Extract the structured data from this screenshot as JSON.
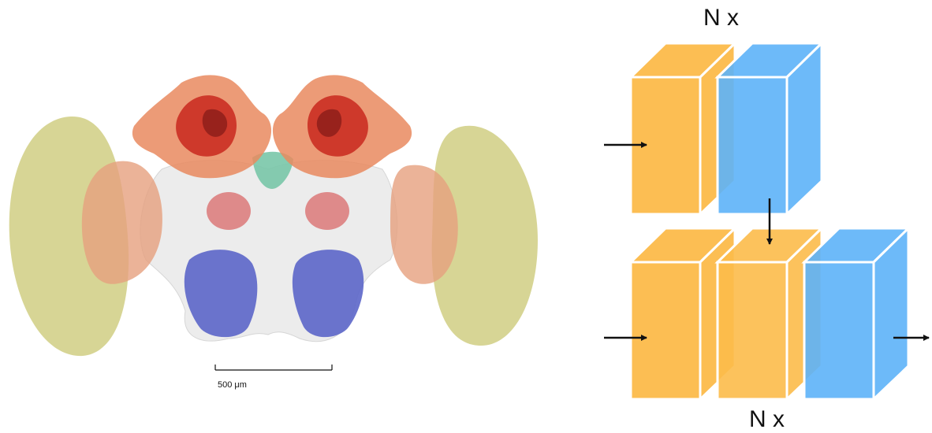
{
  "brain_panel": {
    "scale_bar_label": "500 μm",
    "region_colors": {
      "optic_lobe": "#d3d08a",
      "lateral_region": "#e6a07e",
      "calyx_outer": "#e98a5f",
      "calyx_inner": "#c9281d",
      "midline_green": "#79c7a9",
      "central_red": "#d96a6a",
      "antennal_lobe": "#5c66c9",
      "central_body": "#ececec"
    }
  },
  "block_diagram": {
    "top_label": "N x",
    "bottom_label": "N x",
    "block_colors": {
      "orange": "#fcbb4a",
      "blue": "#5db2f8"
    }
  }
}
